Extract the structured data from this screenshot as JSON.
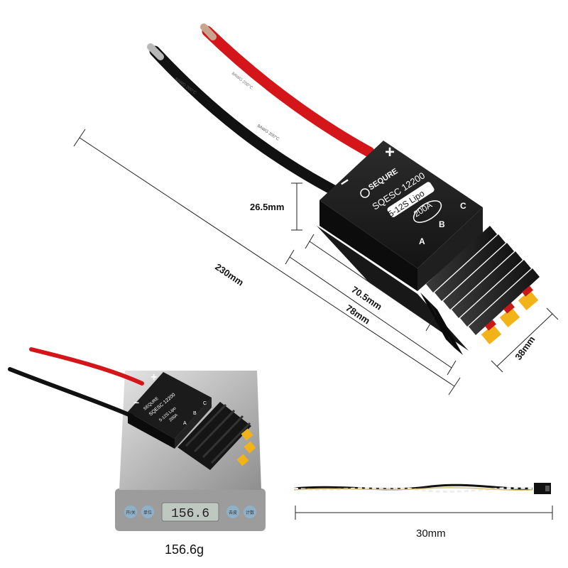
{
  "product": {
    "brand": "SEQURE",
    "model": "SQESC 12200",
    "voltage": "5-12S Lipo",
    "current": "200A",
    "plus": "+",
    "minus": "−",
    "phases": [
      "A",
      "B",
      "C"
    ]
  },
  "dimensions": {
    "length_total": "230mm",
    "height": "26.5mm",
    "body_length": "70.5mm",
    "heatsink_length": "78mm",
    "width": "38mm",
    "signal_wire": "30mm"
  },
  "scale": {
    "display": "156.6",
    "buttons": [
      "开/关",
      "单位",
      "去皮",
      "计数"
    ],
    "weight_caption": "156.6g"
  },
  "colors": {
    "body": "#1a1a1a",
    "red_wire": "#d4161b",
    "black_wire": "#111111",
    "connector": "#f2b319",
    "scale_metal": "#c9c9c9"
  }
}
